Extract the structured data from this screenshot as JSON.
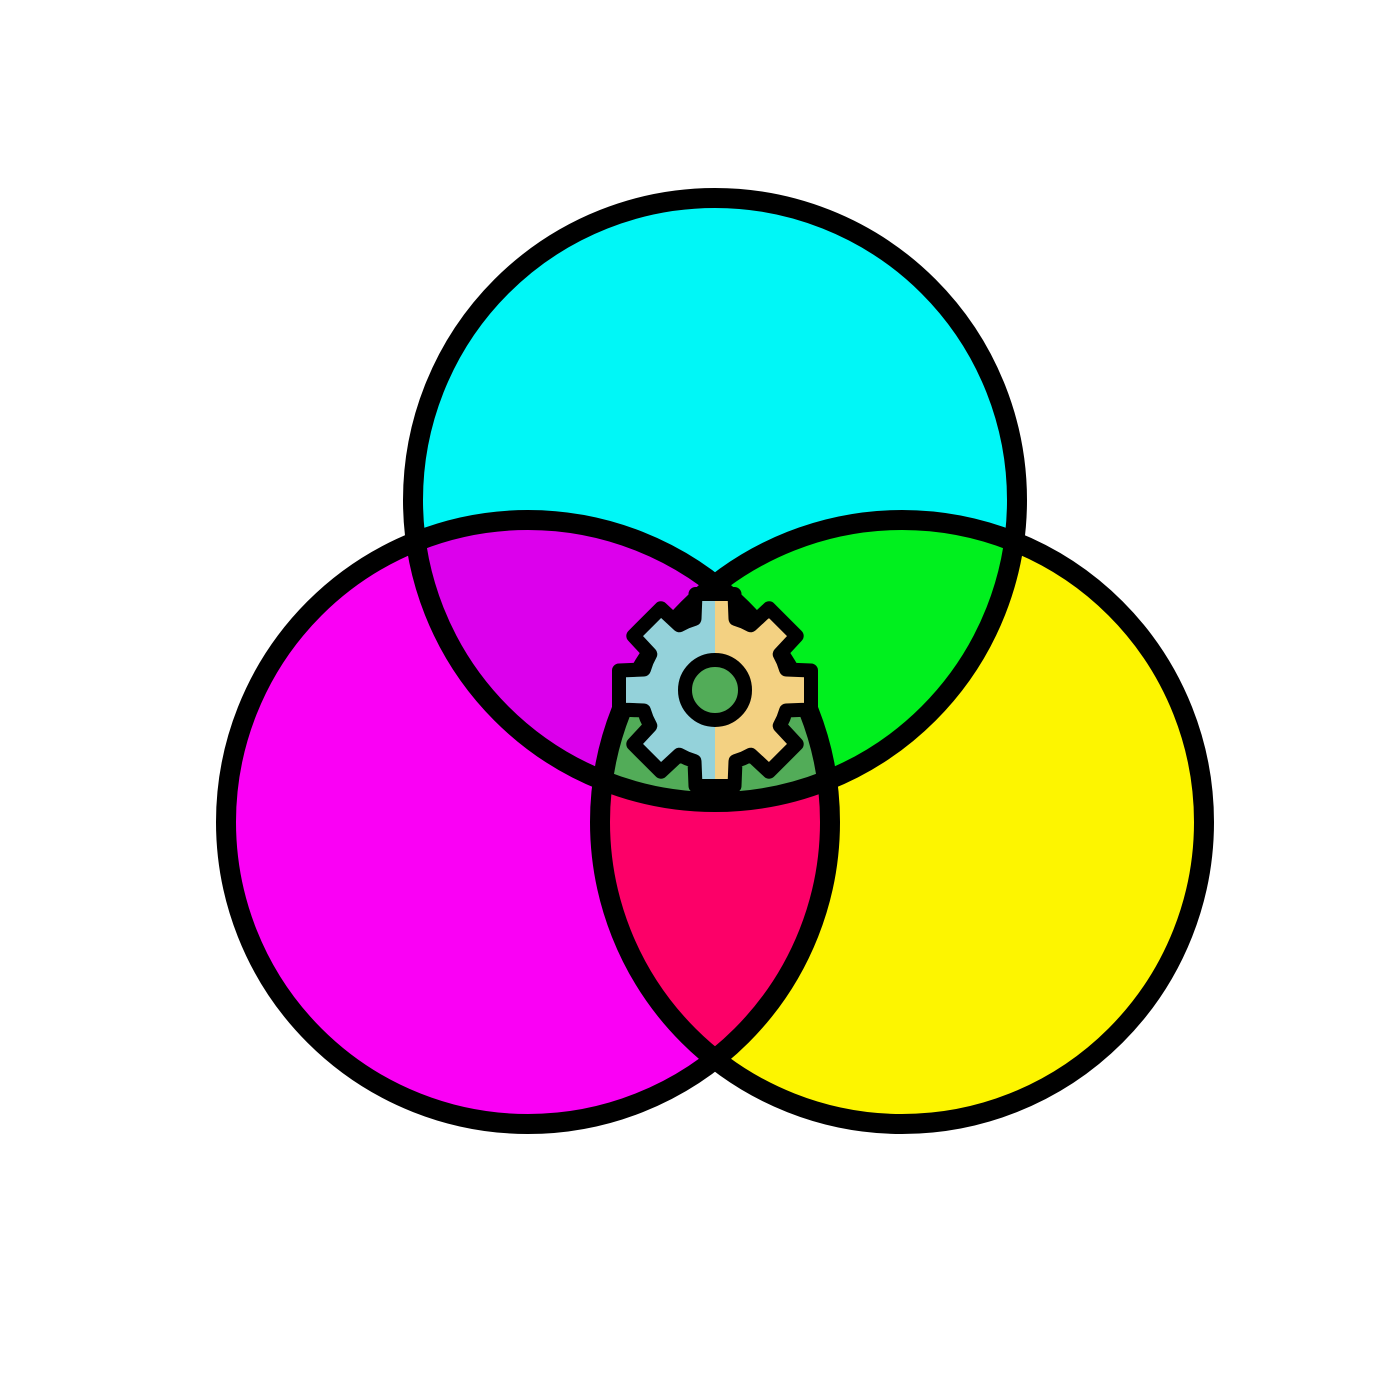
{
  "diagram": {
    "type": "venn",
    "set_count": 3,
    "sets": [
      {
        "id": "top",
        "color": "#00F7F7"
      },
      {
        "id": "left",
        "color": "#FA00F5"
      },
      {
        "id": "right",
        "color": "#FDF500"
      }
    ],
    "overlaps": [
      {
        "sets": [
          "top",
          "left"
        ],
        "color": "#DC00EC"
      },
      {
        "sets": [
          "top",
          "right"
        ],
        "color": "#00F01E"
      },
      {
        "sets": [
          "left",
          "right"
        ],
        "color": "#FC0068"
      },
      {
        "sets": [
          "top",
          "left",
          "right"
        ],
        "color": "#52AC58"
      }
    ],
    "outline_color": "#000000",
    "center_icon": {
      "name": "gear-icon",
      "left_half_color": "#94D2DA",
      "right_half_color": "#F3D182"
    }
  }
}
